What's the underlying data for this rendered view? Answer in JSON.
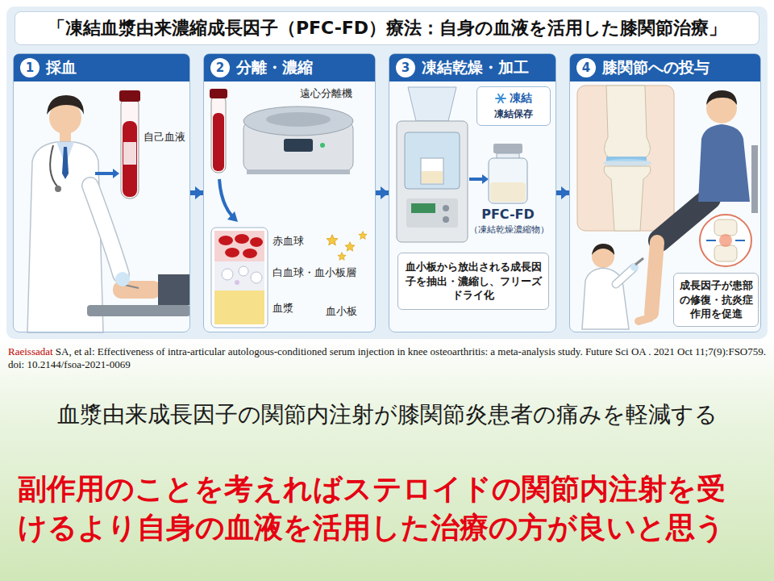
{
  "diagram": {
    "title": "「凍結血漿由来濃縮成長因子（PFC-FD）療法：自身の血液を活用した膝関節治療」",
    "nodes": [
      {
        "text": [
          "1",
          "採血"
        ]
      },
      {
        "text": [
          "2",
          "分離・濃縮"
        ]
      },
      {
        "text": [
          "3",
          "凍結乾燥・加工"
        ]
      },
      {
        "text": [
          "凍結",
          "凍結保存"
        ],
        "in": 2
      },
      {
        "text": [
          "血小板から放出される成長因子を抽出・濃縮し、フリーズドライ化"
        ],
        "in": 2
      },
      {
        "text": [
          "4",
          "膝関節への投与"
        ]
      },
      {
        "text": [
          "成長因子が患部の修復・抗炎症作用を促進"
        ],
        "in": 5
      }
    ],
    "edges": [
      {
        "from": 0,
        "to": 1,
        "arrow": "to"
      },
      {
        "from": 1,
        "to": 2,
        "arrow": "to"
      },
      {
        "from": 2,
        "to": 5,
        "arrow": "to"
      }
    ],
    "labels": [
      "自己血液",
      "遠心分離機",
      "赤血球",
      "白血球・血小板層",
      "血漿",
      "血小板",
      "PFC-FD",
      "（凍結乾燥濃縮物）",
      "Raeissadat",
      "SA, et al: Effectiveness of intra-articular autologous-conditioned serum injection in knee osteoarthritis: a meta-analysis study. Future Sci OA . 2021 Oct 11;7(9):FSO759. doi: 10.2144/fsoa-2021-0069",
      "血漿由来成長因子の関節内注射が膝関節炎患者の痛みを軽減する",
      "副作用のことを考えればステロイドの関節内注射を受けるより自身の血液を活用した治療の方が良いと思う"
    ]
  }
}
